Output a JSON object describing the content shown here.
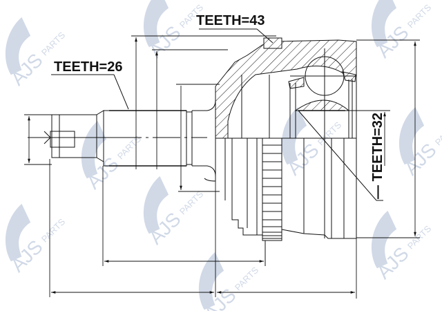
{
  "drawing": {
    "title": "CV joint outer technical drawing",
    "labels": {
      "teeth_shaft": "TEETH=26",
      "teeth_housing": "TEETH=43",
      "teeth_inner": "TEETH=32"
    },
    "watermark": {
      "brand": "AJS",
      "sub": "PARTS",
      "color": "#c9d3e3"
    },
    "colors": {
      "line": "#111111",
      "background": "#ffffff"
    }
  }
}
